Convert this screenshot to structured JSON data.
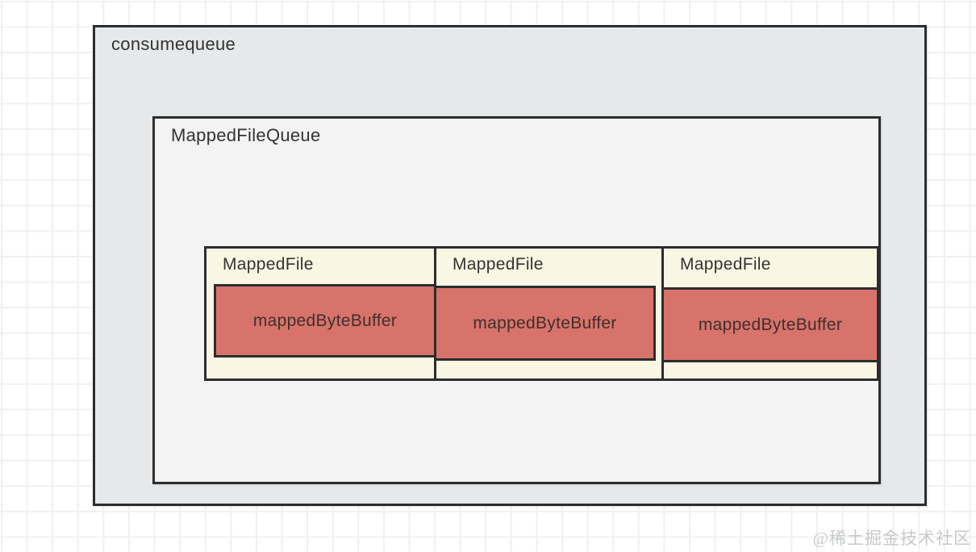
{
  "diagram": {
    "outer_box": {
      "label": "consumequeue"
    },
    "queue_box": {
      "label": "MappedFileQueue"
    },
    "mapped_files": [
      {
        "label": "MappedFile",
        "buffer_label": "mappedByteBuffer"
      },
      {
        "label": "MappedFile",
        "buffer_label": "mappedByteBuffer"
      },
      {
        "label": "MappedFile",
        "buffer_label": "mappedByteBuffer"
      }
    ],
    "colors": {
      "outer_fill": "#e6e8e9",
      "queue_fill": "#f2f3f2",
      "file_fill": "#f9f7e3",
      "buffer_fill": "#d8736c",
      "border": "#2b2d2e",
      "label_color": "#333333",
      "buffer_text": "#3f2f2b",
      "grid_line": "#eef1f3",
      "watermark_color": "#c7c9cb"
    }
  },
  "watermark": {
    "text": "@稀土掘金技术社区"
  }
}
